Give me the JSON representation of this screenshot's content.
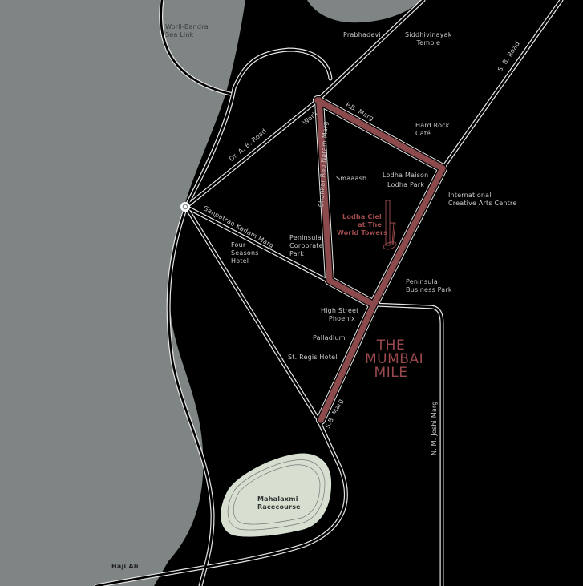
{
  "colors": {
    "sea": "#7e8584",
    "land": "#000000",
    "road": "#e6e6e6",
    "highlight_road": "#8c4a4c",
    "racecourse": "#d6dfd0",
    "label": "#c9c9c9",
    "highlight_label": "#a24c4f"
  },
  "title": [
    "THE",
    "MUMBAI",
    "MILE"
  ],
  "project": {
    "name_lines": [
      "Lodha Ciel",
      "at The",
      "World Towers"
    ],
    "icon": "tower-icon"
  },
  "landmarks": {
    "sea_link": [
      "Worli-Bandra",
      "Sea Link"
    ],
    "prabhadevi": "Prabhadevi",
    "siddhivinayak": [
      "Siddhivinayak",
      "Temple"
    ],
    "hard_rock": [
      "Hard Rock",
      "Café"
    ],
    "smaaash": "Smaaash",
    "lodha_maison": "Lodha Maison",
    "lodha_park": "Lodha Park",
    "icac": [
      "International",
      "Creative Arts Centre"
    ],
    "peninsula_corporate": [
      "Peninsula",
      "Corporate",
      "Park"
    ],
    "four_seasons": [
      "Four",
      "Seasons",
      "Hotel"
    ],
    "peninsula_business": [
      "Peninsula",
      "Business Park"
    ],
    "high_street": [
      "High Street",
      "Phoenix"
    ],
    "palladium": "Palladium",
    "st_regis": "St. Regis Hotel",
    "racecourse": [
      "Mahalaxmi",
      "Racecourse"
    ],
    "haji_ali": "Haji Ali"
  },
  "roads": {
    "dr_ab_road": "Dr. A. B. Road",
    "worli": "Worli",
    "pb_marg": "P.B. Marg",
    "shankar_rao": "Shankar Rao Naram Marg",
    "ganpatrao": "Ganpatrao Kadam Marg",
    "sb_marg": "S.B. Marg",
    "nm_joshi": "N. M. Joshi Marg",
    "sb_road": "S. B. Road"
  }
}
